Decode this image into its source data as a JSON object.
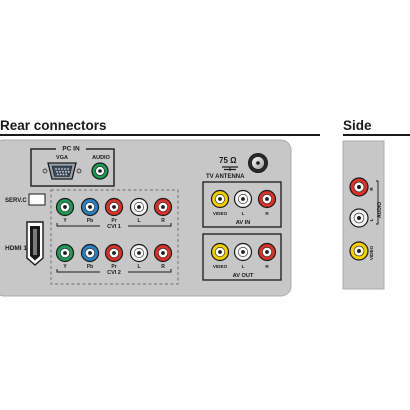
{
  "headings": {
    "rear": "Rear connectors",
    "side": "Side"
  },
  "rear": {
    "pc_in": "PC IN",
    "vga": "VGA",
    "audio": "AUDIO",
    "serv_c": "SERV.C",
    "hdmi": "HDMI 1",
    "tv_antenna_ohm": "75 Ω",
    "tv_antenna": "TV ANTENNA",
    "cvi1": {
      "title": "CVI 1",
      "jacks": [
        {
          "label": "Y",
          "color": "#1f9a56"
        },
        {
          "label": "Pb",
          "color": "#2a7fc0"
        },
        {
          "label": "Pr",
          "color": "#d8332b"
        },
        {
          "label": "L",
          "color": "#f2f2f2"
        },
        {
          "label": "R",
          "color": "#d8332b"
        }
      ]
    },
    "cvi2": {
      "title": "CVI 2",
      "jacks": [
        {
          "label": "Y",
          "color": "#1f9a56"
        },
        {
          "label": "Pb",
          "color": "#2a7fc0"
        },
        {
          "label": "Pr",
          "color": "#d8332b"
        },
        {
          "label": "L",
          "color": "#f2f2f2"
        },
        {
          "label": "R",
          "color": "#d8332b"
        }
      ]
    },
    "av_in": {
      "title": "AV IN",
      "jacks": [
        {
          "label": "VIDEO",
          "color": "#f2cf00"
        },
        {
          "label": "L",
          "color": "#f2f2f2"
        },
        {
          "label": "R",
          "color": "#d8332b"
        }
      ]
    },
    "av_out": {
      "title": "AV OUT",
      "jacks": [
        {
          "label": "VIDEO",
          "color": "#f2cf00"
        },
        {
          "label": "L",
          "color": "#f2f2f2"
        },
        {
          "label": "R",
          "color": "#d8332b"
        }
      ]
    }
  },
  "side": {
    "audio": "AUDIO",
    "jacks": [
      {
        "label": "R",
        "color": "#d8332b"
      },
      {
        "label": "L",
        "color": "#f2f2f2"
      },
      {
        "label": "VIDEO",
        "color": "#f2cf00"
      }
    ]
  },
  "colors": {
    "panel": "#c7c7c7",
    "panel_border": "#ababab",
    "text": "#1a1a1a"
  }
}
